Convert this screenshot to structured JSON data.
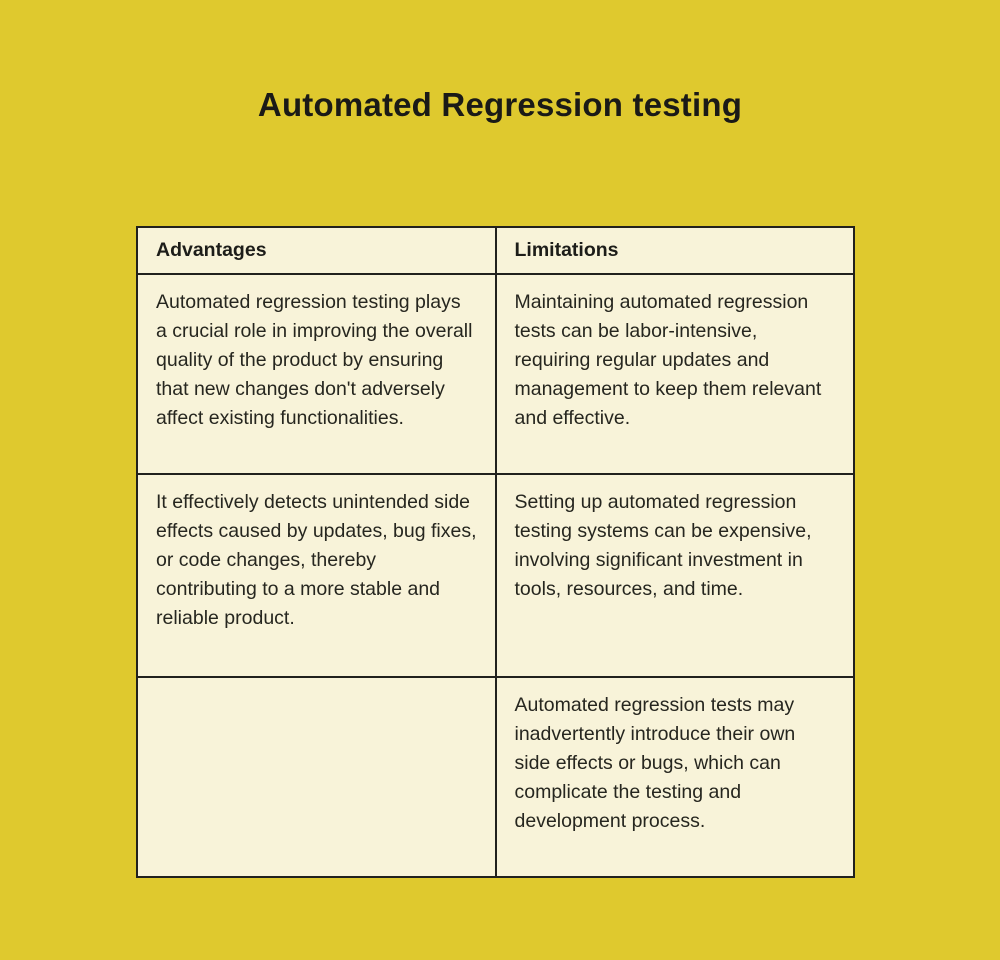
{
  "page": {
    "title": "Automated Regression testing"
  },
  "table": {
    "headers": [
      "Advantages",
      "Limitations"
    ],
    "rows": [
      [
        "Automated regression testing plays a crucial role in improving the overall quality of the product by ensuring that new changes don't adversely affect existing functionalities.",
        "Maintaining automated regression tests can be labor-intensive, requiring regular updates and management to keep them relevant and effective."
      ],
      [
        "It effectively detects unintended side effects caused by updates, bug fixes, or code changes, thereby contributing to a more stable and reliable product.",
        "Setting up automated regression testing systems can be expensive, involving significant investment in tools, resources, and time."
      ],
      [
        "",
        "Automated regression tests may inadvertently introduce their own side effects or bugs, which can complicate the testing and development process."
      ]
    ]
  },
  "colors": {
    "background": "#dfc92e",
    "cell_background": "#f8f3d9",
    "border": "#21211d",
    "body_text": "#26261f",
    "title_text": "#1a1a17"
  }
}
